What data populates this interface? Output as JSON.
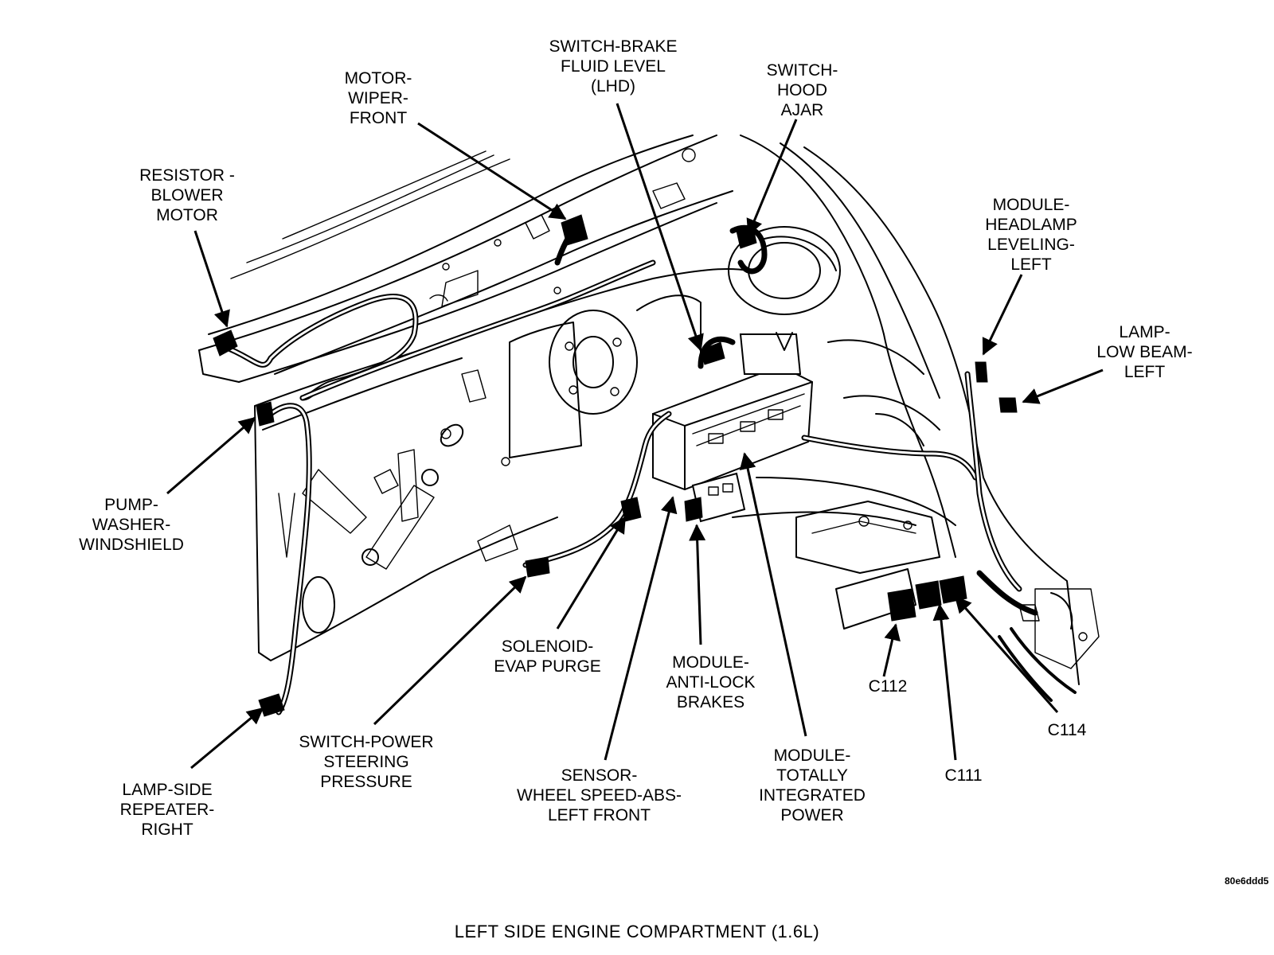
{
  "caption": "LEFT SIDE ENGINE COMPARTMENT (1.6L)",
  "figure_code": "80e6ddd5",
  "labels": {
    "resistor_blower": [
      "RESISTOR -",
      "BLOWER",
      "MOTOR"
    ],
    "motor_wiper": [
      "MOTOR-",
      "WIPER-",
      "FRONT"
    ],
    "switch_brake": [
      "SWITCH-BRAKE",
      "FLUID LEVEL",
      "(LHD)"
    ],
    "switch_hood": [
      "SWITCH-",
      "HOOD",
      "AJAR"
    ],
    "module_headlamp": [
      "MODULE-",
      "HEADLAMP",
      "LEVELING-",
      "LEFT"
    ],
    "lamp_low_beam": [
      "LAMP-",
      "LOW BEAM-",
      "LEFT"
    ],
    "pump_washer": [
      "PUMP-",
      "WASHER-",
      "WINDSHIELD"
    ],
    "solenoid_evap": [
      "SOLENOID-",
      "EVAP PURGE"
    ],
    "module_abs": [
      "MODULE-",
      "ANTI-LOCK",
      "BRAKES"
    ],
    "c112": [
      "C112"
    ],
    "c114": [
      "C114"
    ],
    "c111": [
      "C111"
    ],
    "switch_power_steering": [
      "SWITCH-POWER",
      "STEERING",
      "PRESSURE"
    ],
    "sensor_wheel": [
      "SENSOR-",
      "WHEEL SPEED-ABS-",
      "LEFT FRONT"
    ],
    "module_tip": [
      "MODULE-",
      "TOTALLY",
      "INTEGRATED",
      "POWER"
    ],
    "lamp_side_repeater": [
      "LAMP-SIDE",
      "REPEATER-",
      "RIGHT"
    ]
  }
}
